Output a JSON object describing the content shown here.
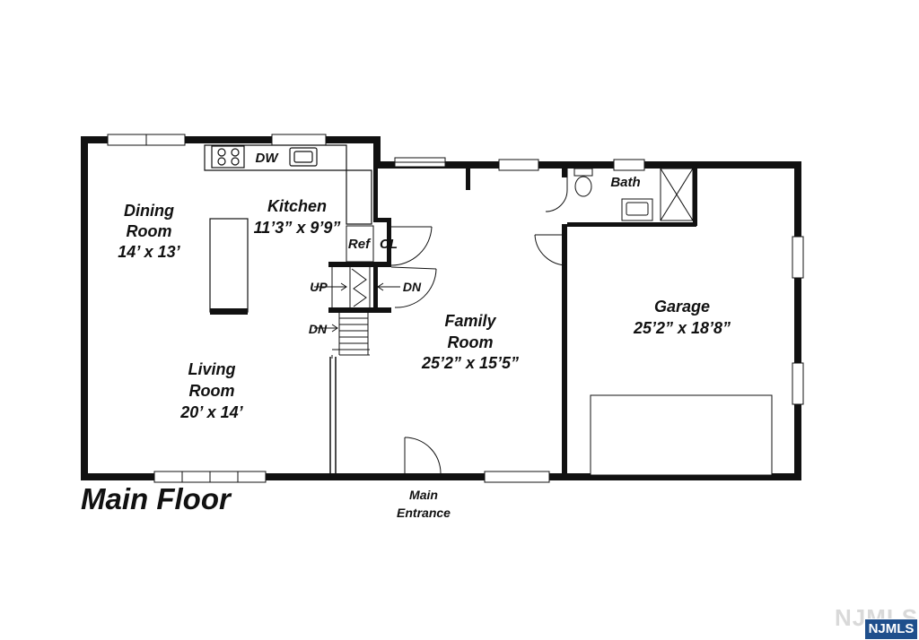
{
  "floor_title": "Main Floor",
  "rooms": {
    "dining": {
      "name_line1": "Dining",
      "name_line2": "Room",
      "size": "14’ x 13’"
    },
    "kitchen": {
      "name": "Kitchen",
      "size": "11’3” x 9’9”"
    },
    "living": {
      "name_line1": "Living",
      "name_line2": "Room",
      "size": "20’ x 14’"
    },
    "family": {
      "name_line1": "Family",
      "name_line2": "Room",
      "size": "25’2” x 15’5”"
    },
    "garage": {
      "name": "Garage",
      "size": "25’2” x 18’8”"
    },
    "bath": {
      "name": "Bath"
    }
  },
  "fixtures": {
    "dishwasher": "DW",
    "refrigerator": "Ref",
    "closet": "CL"
  },
  "stairs": {
    "up": "UP",
    "down_right": "DN",
    "down_left": "DN"
  },
  "entrance": {
    "line1": "Main",
    "line2": "Entrance"
  },
  "watermark": "NJMLS",
  "badge": "NJMLS"
}
